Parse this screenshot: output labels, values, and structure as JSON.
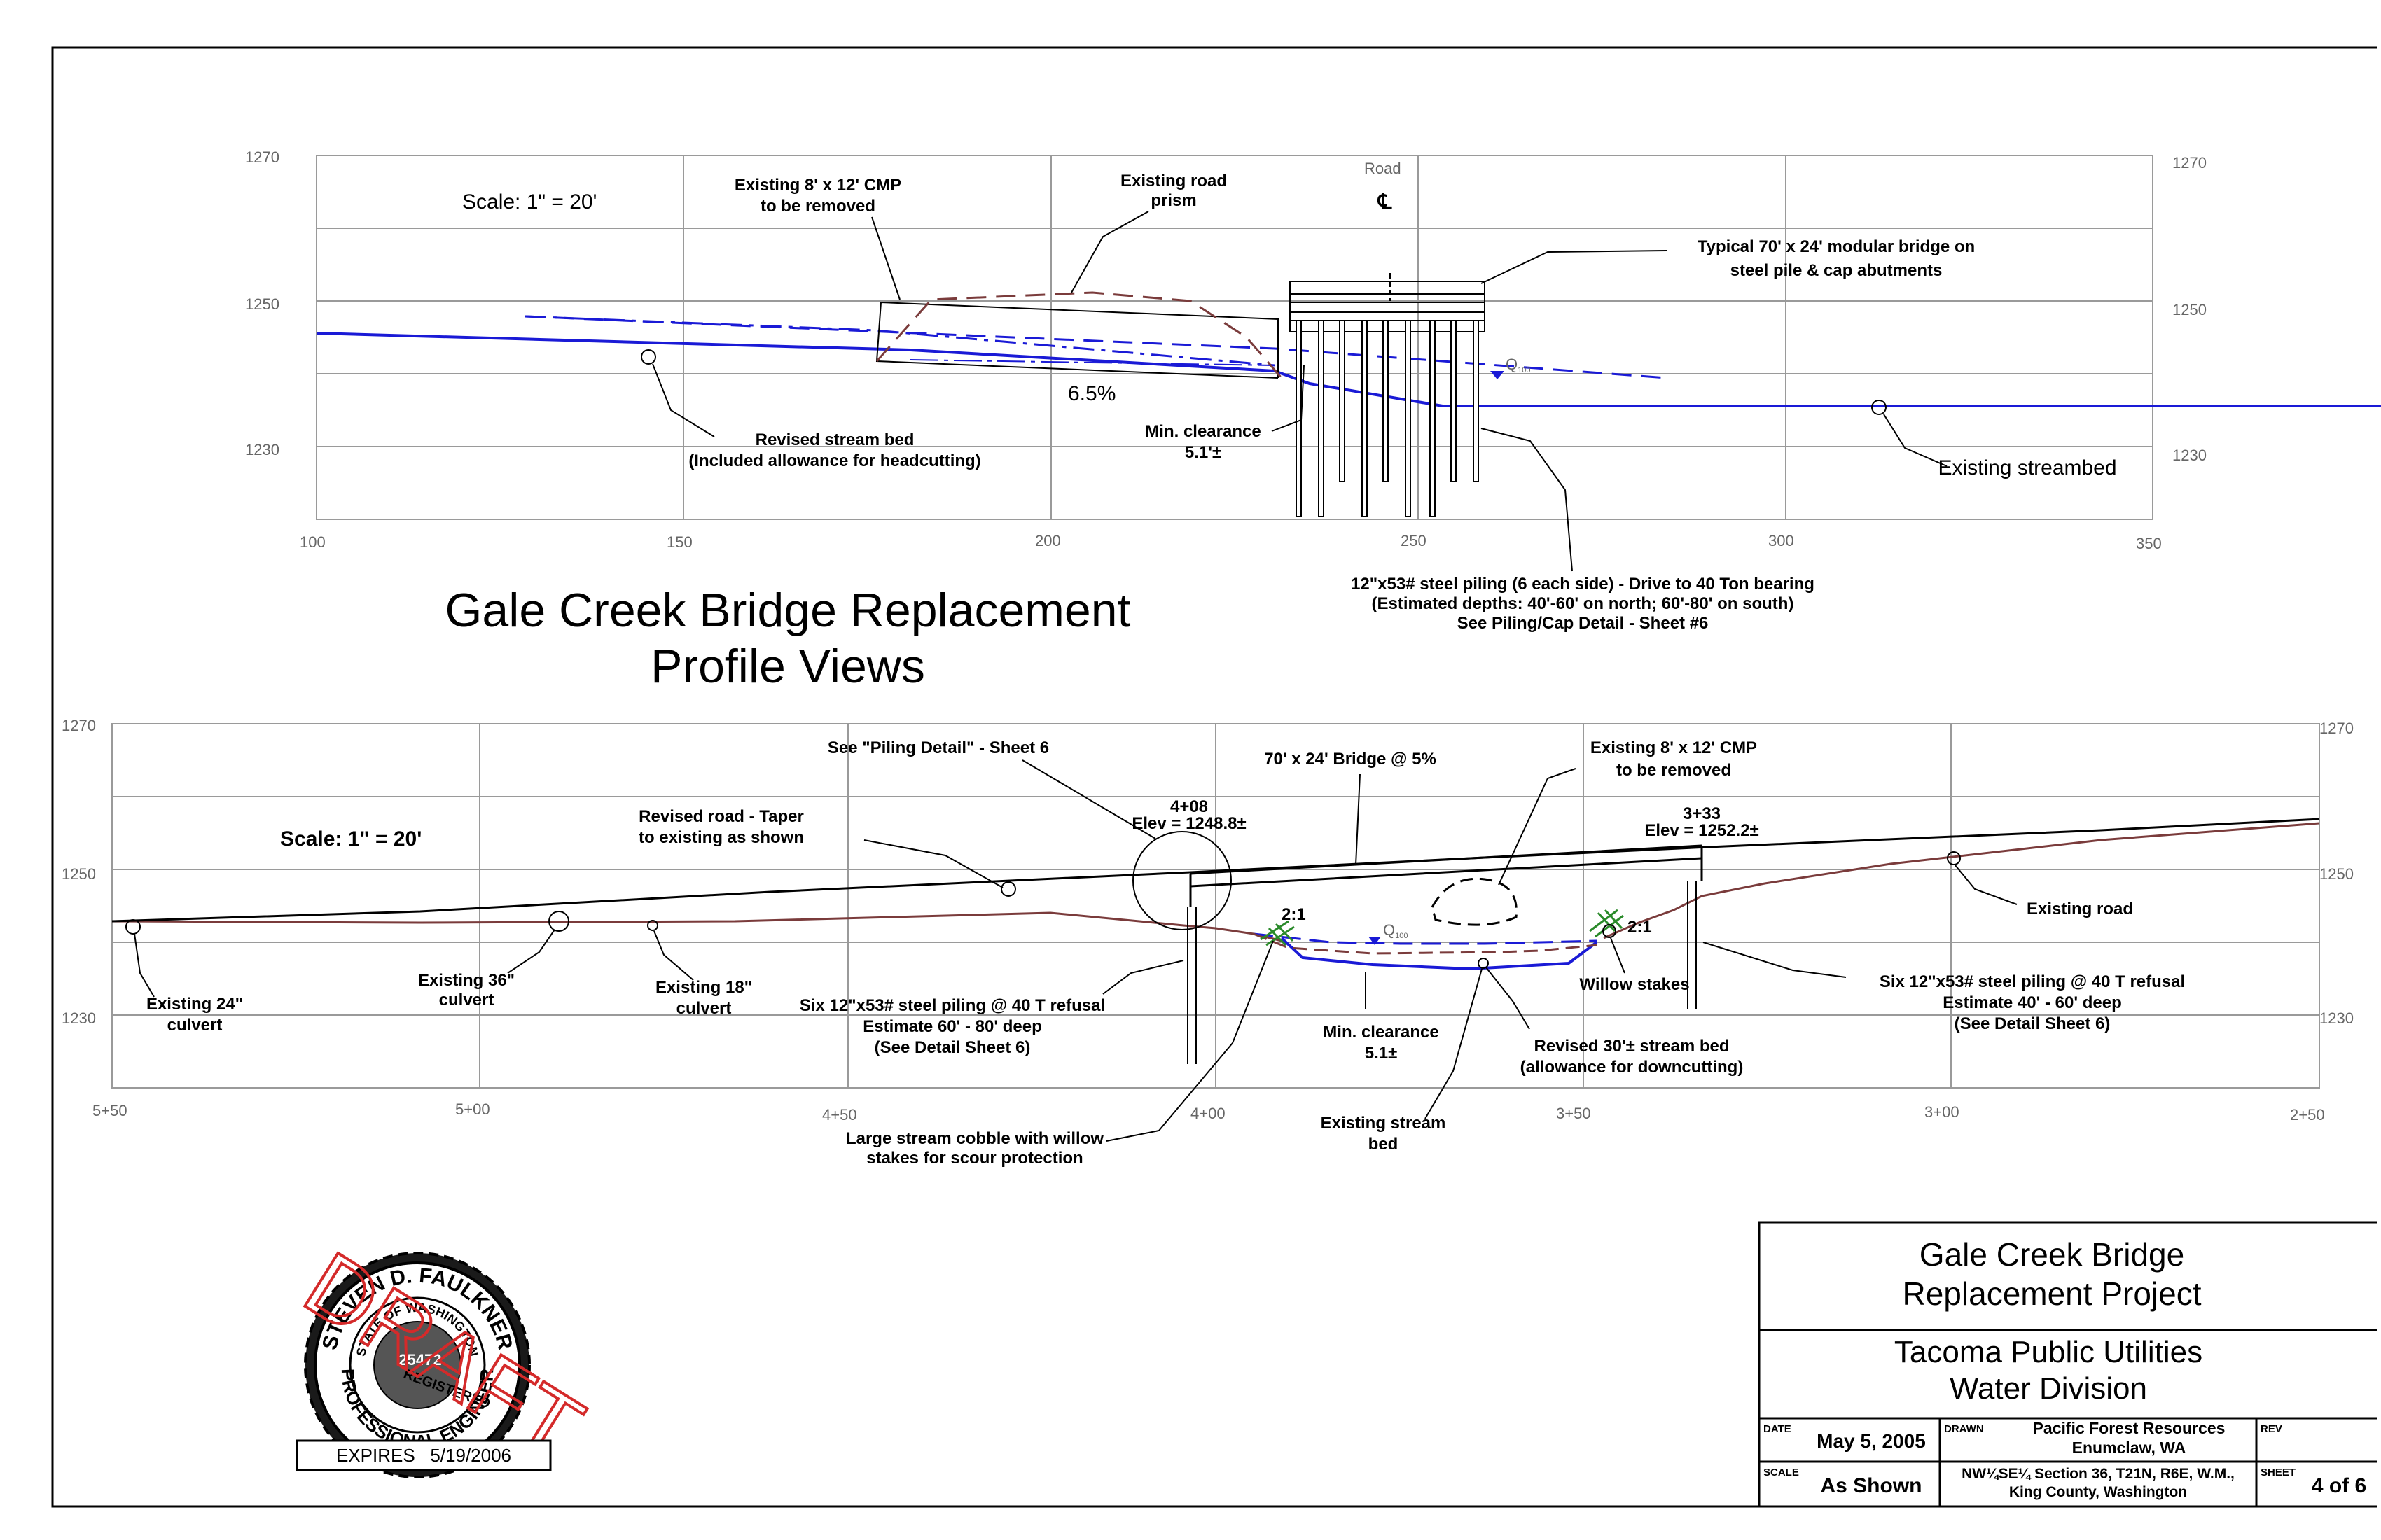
{
  "top_profile": {
    "scale": "Scale: 1\" = 20'",
    "y_ticks": [
      "1270",
      "1250",
      "1230"
    ],
    "x_ticks": [
      "100",
      "150",
      "200",
      "250",
      "300",
      "350"
    ],
    "road_label": "Road",
    "centerline_symbol": "℄",
    "q100": "Q",
    "q100_sub": "100",
    "slope": "6.5%",
    "annotations": {
      "cmp_line1": "Existing 8' x 12' CMP",
      "cmp_line2": "to be removed",
      "prism_line1": "Existing road",
      "prism_line2": "prism",
      "bridge_line1": "Typical 70' x 24' modular bridge on",
      "bridge_line2": "steel pile & cap abutments",
      "revised_line1": "Revised stream bed",
      "revised_line2": "(Included allowance for headcutting)",
      "clear_line1": "Min. clearance",
      "clear_line2": "5.1'±",
      "streambed": "Existing streambed",
      "piling_line1": "12\"x53# steel piling (6 each side) - Drive to 40 Ton bearing",
      "piling_line2": "(Estimated depths: 40'-60' on north; 60'-80' on south)",
      "piling_line3": "See Piling/Cap Detail - Sheet #6"
    }
  },
  "title": {
    "line1": "Gale Creek Bridge Replacement",
    "line2": "Profile Views"
  },
  "bottom_profile": {
    "scale": "Scale: 1\" = 20'",
    "y_ticks": [
      "1270",
      "1250",
      "1230"
    ],
    "x_ticks": [
      "5+50",
      "5+00",
      "4+50",
      "4+00",
      "3+50",
      "3+00",
      "2+50"
    ],
    "q100": "Q",
    "q100_sub": "100",
    "slope_left": "2:1",
    "slope_right": "2:1",
    "station_left_line1": "4+08",
    "station_left_line2": "Elev = 1248.8±",
    "station_right_line1": "3+33",
    "station_right_line2": "Elev = 1252.2±",
    "annotations": {
      "piling_detail": "See \"Piling Detail\" - Sheet 6",
      "bridge": "70' x 24' Bridge @ 5%",
      "cmp_line1": "Existing 8' x 12' CMP",
      "cmp_line2": "to be removed",
      "road_line1": "Revised road - Taper",
      "road_line2": "to existing as shown",
      "existing_road": "Existing road",
      "culvert24_line1": "Existing 24\"",
      "culvert24_line2": "culvert",
      "culvert36_line1": "Existing 36\"",
      "culvert36_line2": "culvert",
      "culvert18_line1": "Existing 18\"",
      "culvert18_line2": "culvert",
      "pile_left_line1": "Six 12\"x53# steel piling @ 40 T refusal",
      "pile_left_line2": "Estimate 60' - 80' deep",
      "pile_left_line3": "(See Detail Sheet 6)",
      "pile_right_line1": "Six 12\"x53# steel piling @ 40 T refusal",
      "pile_right_line2": "Estimate 40' - 60' deep",
      "pile_right_line3": "(See Detail Sheet 6)",
      "willow": "Willow stakes",
      "clear_line1": "Min. clearance",
      "clear_line2": "5.1±",
      "revised_line1": "Revised 30'± stream bed",
      "revised_line2": "(allowance for downcutting)",
      "cobble_line1": "Large stream cobble with willow",
      "cobble_line2": "stakes for scour protection",
      "streambed_line1": "Existing stream",
      "streambed_line2": "bed"
    }
  },
  "seal": {
    "name": "STEVEN D. FAULKNER",
    "state": "STATE OF WASHINGTON",
    "number": "25472",
    "registered": "REGISTERED",
    "professional": "PROFESSIONAL ENGINEER",
    "stamp": "DRAFT",
    "expires": "EXPIRES   5/19/2006"
  },
  "title_block": {
    "project_line1": "Gale Creek Bridge",
    "project_line2": "Replacement Project",
    "client_line1": "Tacoma Public Utilities",
    "client_line2": "Water Division",
    "date_label": "DATE",
    "date": "May 5, 2005",
    "drawn_label": "DRAWN",
    "drawn_line1": "Pacific Forest Resources",
    "drawn_line2": "Enumclaw, WA",
    "rev_label": "REV",
    "scale_label": "SCALE",
    "scale": "As Shown",
    "location_line1": "NW¼SE¼ Section 36, T21N, R6E, W.M.,",
    "location_line2": "King County, Washington",
    "sheet_label": "SHEET",
    "sheet": "4 of 6"
  },
  "colors": {
    "water": "#1a1ad6",
    "existing_ground": "#7a3b3b",
    "grid": "#9a9a9a",
    "stamp": "#d42a2a"
  }
}
